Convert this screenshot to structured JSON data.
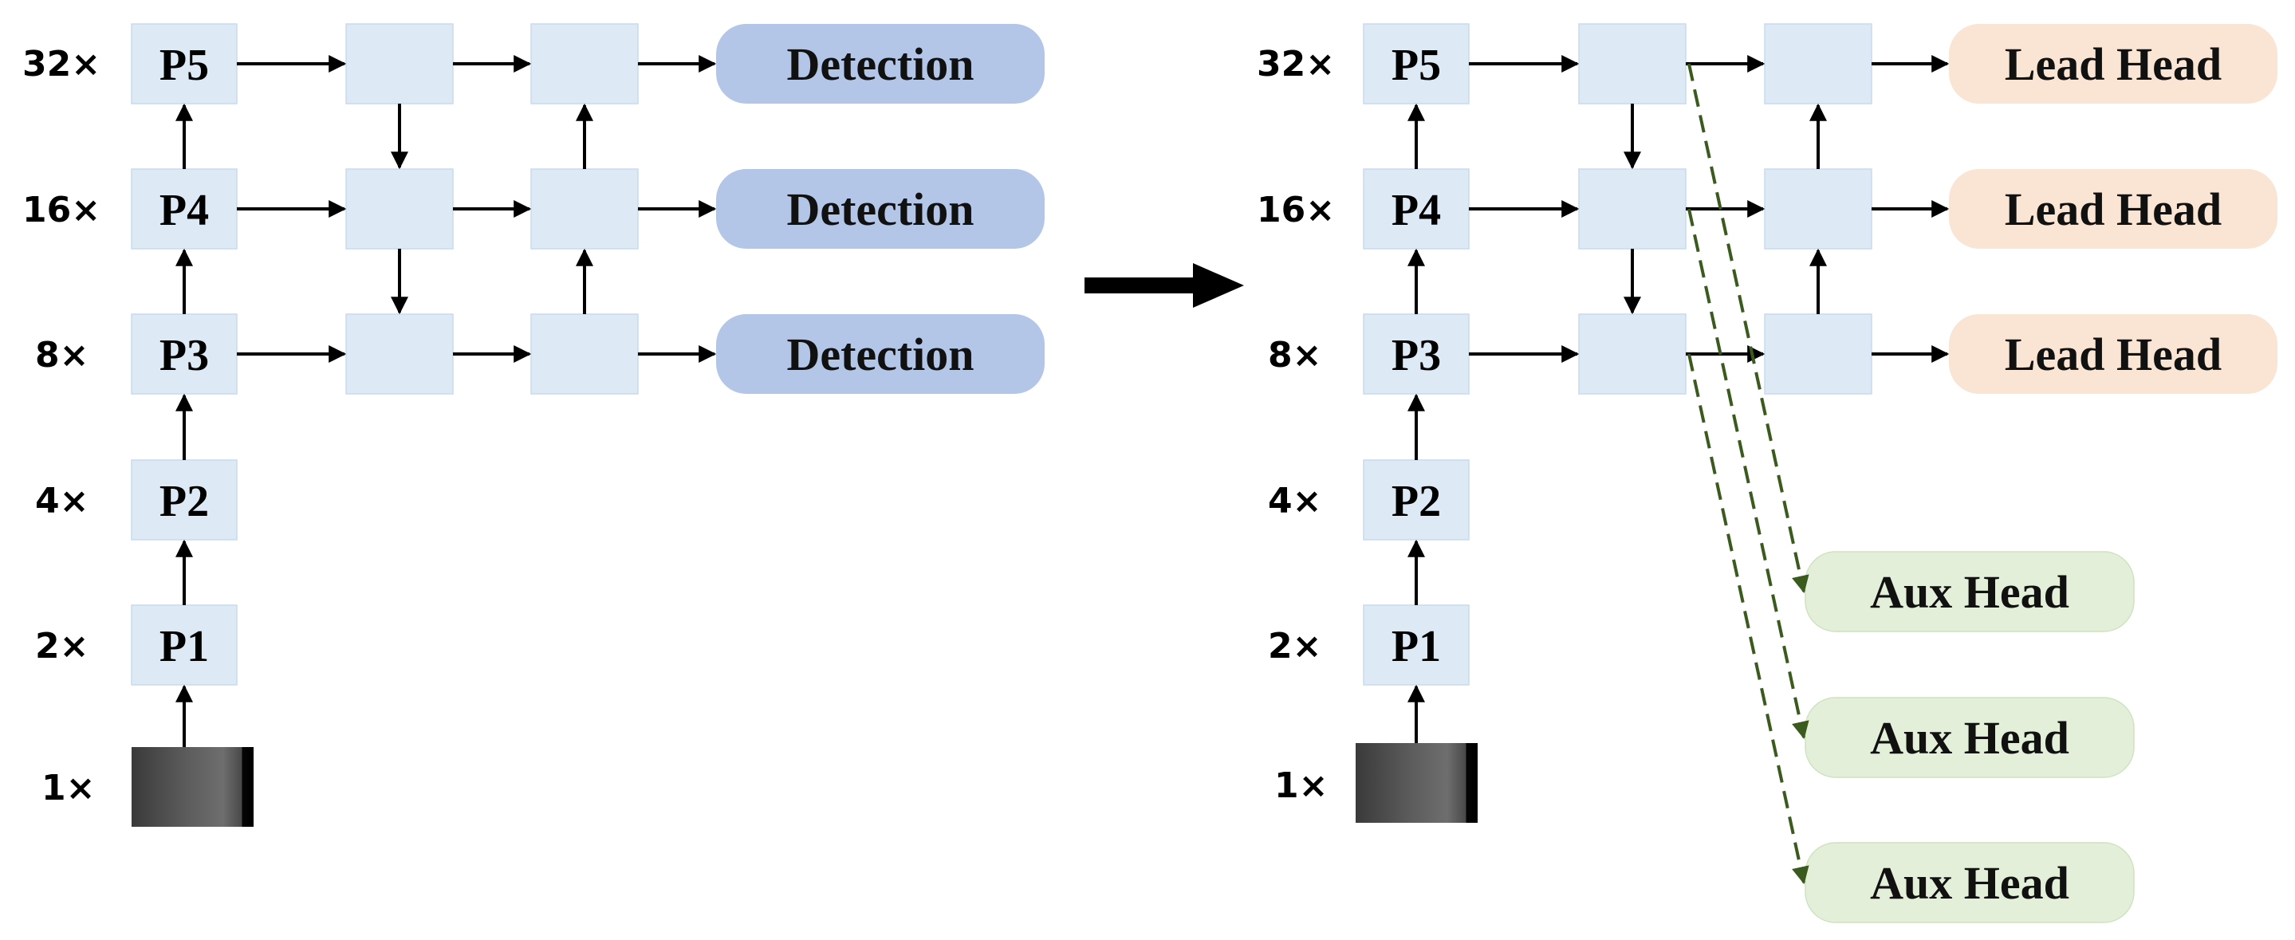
{
  "colors": {
    "node": "#dde9f5",
    "node_border": "#c8dbee",
    "detection": "#b4c6e7",
    "lead": "#fae4d3",
    "aux": "#e3efd9",
    "aux_border": "#cfe2c0",
    "arrow": "#000000",
    "aux_arrow": "#3a5a1e",
    "image_dark": "#3a3a3a",
    "image_light": "#6e6e6e"
  },
  "left": {
    "scales": [
      "32×",
      "16×",
      "8×",
      "4×",
      "2×",
      "1×"
    ],
    "backbone": [
      "P5",
      "P4",
      "P3",
      "P2",
      "P1"
    ],
    "heads": [
      "Detection",
      "Detection",
      "Detection"
    ]
  },
  "right": {
    "scales": [
      "32×",
      "16×",
      "8×",
      "4×",
      "2×",
      "1×"
    ],
    "backbone": [
      "P5",
      "P4",
      "P3",
      "P2",
      "P1"
    ],
    "lead_heads": [
      "Lead Head",
      "Lead Head",
      "Lead Head"
    ],
    "aux_heads": [
      "Aux Head",
      "Aux Head",
      "Aux Head"
    ]
  }
}
